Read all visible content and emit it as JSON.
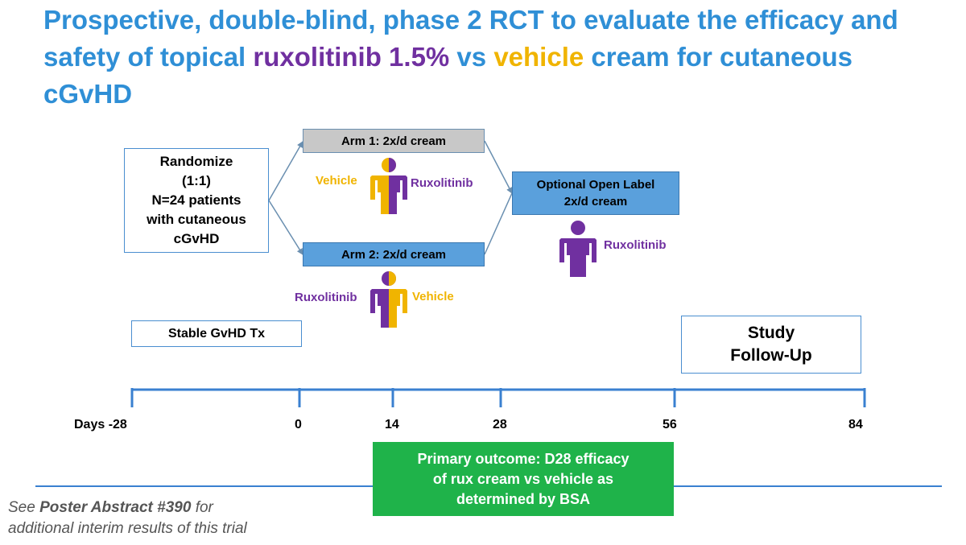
{
  "title": {
    "part1": "Prospective, double-blind, phase 2 RCT to evaluate the efficacy and safety of topical ",
    "rux": "ruxolitinib 1.5%",
    "vs": " vs ",
    "veh": "vehicle",
    "part2": " cream for cutaneous cGvHD"
  },
  "randomize": {
    "line1": "Randomize",
    "line2": "(1:1)",
    "line3": "N=24 patients",
    "line4": "with cutaneous",
    "line5": "cGvHD"
  },
  "arm1": {
    "label": "Arm 1: 2x/d cream",
    "left_label": "Vehicle",
    "right_label": "Ruxolitinib"
  },
  "arm2": {
    "label": "Arm 2: 2x/d cream",
    "left_label": "Ruxolitinib",
    "right_label": "Vehicle"
  },
  "open_label": {
    "line1": "Optional Open Label",
    "line2": "2x/d cream",
    "person_label": "Ruxolitinib"
  },
  "stable": {
    "label": "Stable GvHD Tx"
  },
  "followup": {
    "line1": "Study",
    "line2": "Follow-Up"
  },
  "timeline": {
    "days_label": "Days -28",
    "ticks": [
      "0",
      "14",
      "28",
      "56",
      "84"
    ]
  },
  "primary": {
    "line1": "Primary outcome: D28 efficacy",
    "line2": "of rux cream vs vehicle as",
    "line3": "determined by BSA"
  },
  "footnote": {
    "see": "See ",
    "poster": "Poster Abstract #390",
    "for": " for",
    "line2": "additional interim results of this trial"
  },
  "colors": {
    "title_blue": "#2f8fd6",
    "ruxolitinib_purple": "#7030a0",
    "vehicle_yellow": "#f0b400",
    "arm_blue": "#5aa0dc",
    "primary_green": "#1fb34a",
    "timeline_blue": "#3a80d0"
  }
}
